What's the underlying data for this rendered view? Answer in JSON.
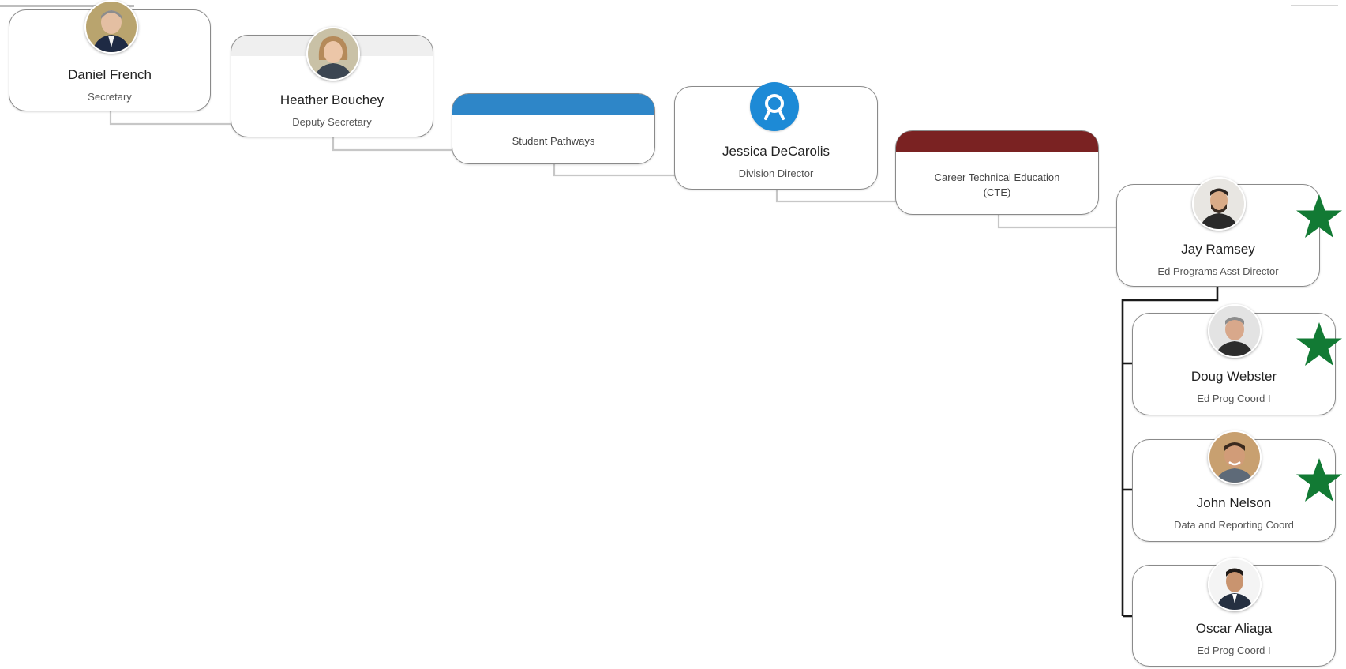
{
  "nodes": {
    "daniel": {
      "name": "Daniel French",
      "title": "Secretary"
    },
    "heather": {
      "name": "Heather Bouchey",
      "title": "Deputy Secretary"
    },
    "student_pathways": {
      "label": "Student Pathways",
      "band_color": "#2e86c8"
    },
    "jessica": {
      "name": "Jessica DeCarolis",
      "title": "Division Director",
      "icon": "search-icon",
      "icon_color": "#1d8ad6"
    },
    "cte": {
      "label": "Career Technical Education\n(CTE)",
      "band_color": "#7a2222"
    },
    "jay": {
      "name": "Jay Ramsey",
      "title": "Ed Programs Asst Director",
      "starred": true
    },
    "doug": {
      "name": "Doug Webster",
      "title": "Ed Prog Coord I",
      "starred": true
    },
    "john": {
      "name": "John Nelson",
      "title": "Data and Reporting Coord",
      "starred": true
    },
    "oscar": {
      "name": "Oscar Aliaga",
      "title": "Ed Prog Coord I",
      "starred": false
    }
  },
  "colors": {
    "star": "#127a34",
    "connector": "#c7c7c7",
    "branch_connector": "#1a1a1a",
    "node_border": "#8a8a8a"
  }
}
